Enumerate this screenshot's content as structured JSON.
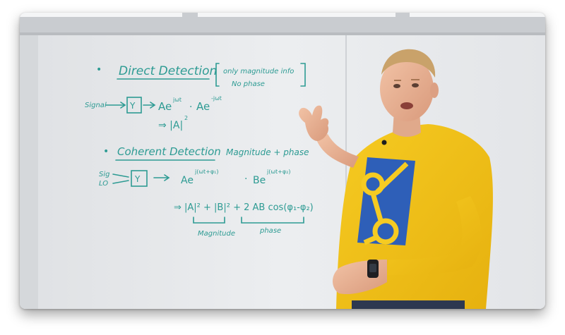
{
  "scene": {
    "description_colors": {
      "whiteboard": "#e3e5e8",
      "marker_ink": "#2d9b93",
      "shirt": "#f0c21a",
      "shirt_logo": "#2e5fb8"
    }
  },
  "whiteboard": {
    "direct": {
      "bullet": "•",
      "heading": "Direct Detection",
      "note_line1": "only magnitude info",
      "note_line2": "No phase",
      "signal_label": "Signal",
      "detector_symbol": "Y",
      "term1": "Ae",
      "term1_exp": "jωt",
      "dot": "·",
      "term2": "Ae",
      "term2_exp": "-jωt",
      "result": "⇒ |A|",
      "result_exp": "2"
    },
    "coherent": {
      "bullet": "•",
      "heading": "Coherent Detection",
      "subtitle": "Magnitude + phase",
      "sig_label": "Sig",
      "lo_label": "LO",
      "detector_symbol": "Y",
      "term1": "Ae",
      "term1_exp": "j(ωt+φ₁)",
      "dot": "·",
      "term2": "Be",
      "term2_exp": "j(ωt+φ₂)",
      "equation": "⇒ |A|² + |B|² + 2 AB cos(φ₁-φ₂)",
      "magnitude_label": "Magnitude",
      "phase_label": "phase"
    }
  }
}
